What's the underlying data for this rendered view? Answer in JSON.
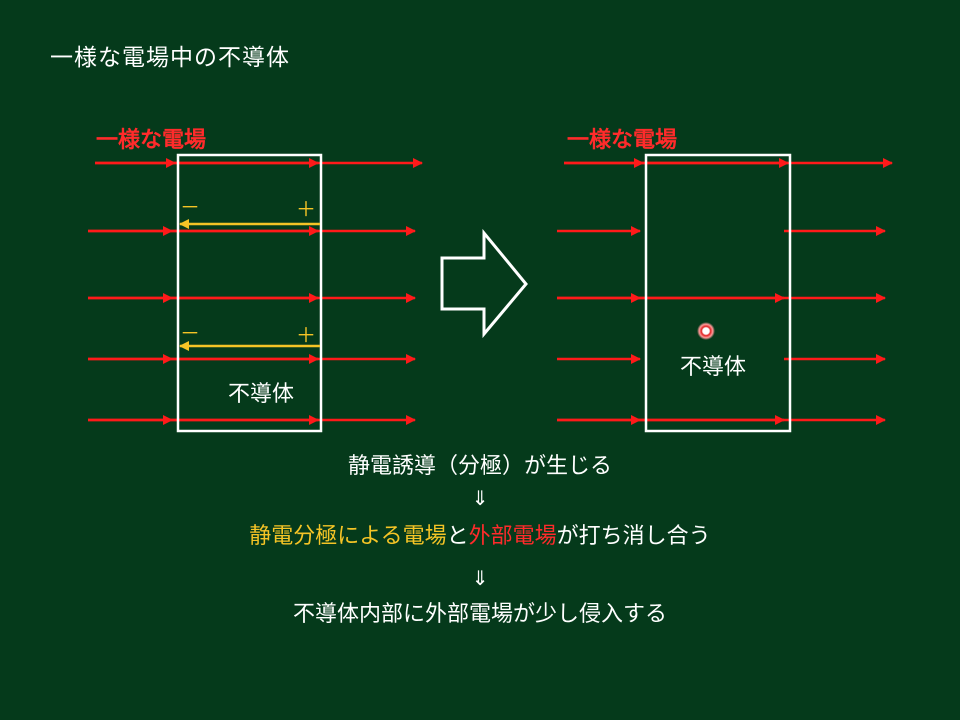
{
  "title": "一様な電場中の不導体",
  "left_panel": {
    "field_label": "一様な電場",
    "minus_sign": "－",
    "plus_sign": "＋",
    "body_label": "不導体"
  },
  "right_panel": {
    "field_label": "一様な電場",
    "body_label": "不導体"
  },
  "captions": {
    "line1": "静電誘導（分極）が生じる",
    "arrow1": "⇓",
    "line2_part1": "静電分極による電場",
    "line2_part2": "と",
    "line2_part3": "外部電場",
    "line2_part4": "が打ち消し合う",
    "arrow2": "⇓",
    "line3": "不導体内部に外部電場が少し侵入する"
  },
  "colors": {
    "background": "#053a1b",
    "field_arrow": "#ff1a1a",
    "polarization_arrow": "#f5c426",
    "outline": "#ffffff"
  }
}
